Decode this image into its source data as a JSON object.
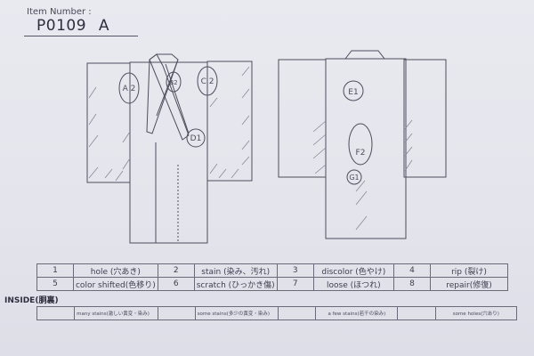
{
  "header": {
    "item_number_label": "Item Number :",
    "item_number_value": "P0109  A"
  },
  "diagram": {
    "front": {
      "view": "front",
      "markers": [
        {
          "id": "A2",
          "label": "A 2"
        },
        {
          "id": "B2",
          "label": "B2"
        },
        {
          "id": "C2",
          "label": "C 2"
        },
        {
          "id": "D1",
          "label": "D1"
        }
      ]
    },
    "back": {
      "view": "back",
      "markers": [
        {
          "id": "E1",
          "label": "E1"
        },
        {
          "id": "F2",
          "label": "F2"
        },
        {
          "id": "G1",
          "label": "G1"
        }
      ]
    }
  },
  "legend": {
    "rows": [
      [
        {
          "num": "1",
          "desc": "hole (穴あき)"
        },
        {
          "num": "2",
          "desc": "stain (染み、汚れ)"
        },
        {
          "num": "3",
          "desc": "discolor (色やけ)"
        },
        {
          "num": "4",
          "desc": "rip (裂け)"
        }
      ],
      [
        {
          "num": "5",
          "desc": "color shifted(色移り)"
        },
        {
          "num": "6",
          "desc": "scratch (ひっかき傷)"
        },
        {
          "num": "7",
          "desc": "loose (ほつれ)"
        },
        {
          "num": "8",
          "desc": "repair(修復)"
        }
      ]
    ]
  },
  "inside": {
    "title": "INSIDE(胴裏)",
    "items": [
      {
        "mark": "",
        "desc": "many stains(激しい黄変・染み)"
      },
      {
        "mark": "",
        "desc": "some stains(多少の黄変・染み)"
      },
      {
        "mark": "",
        "desc": "a few stains(若干の染み)"
      },
      {
        "mark": "",
        "desc": "some holes(穴あり)"
      }
    ]
  }
}
